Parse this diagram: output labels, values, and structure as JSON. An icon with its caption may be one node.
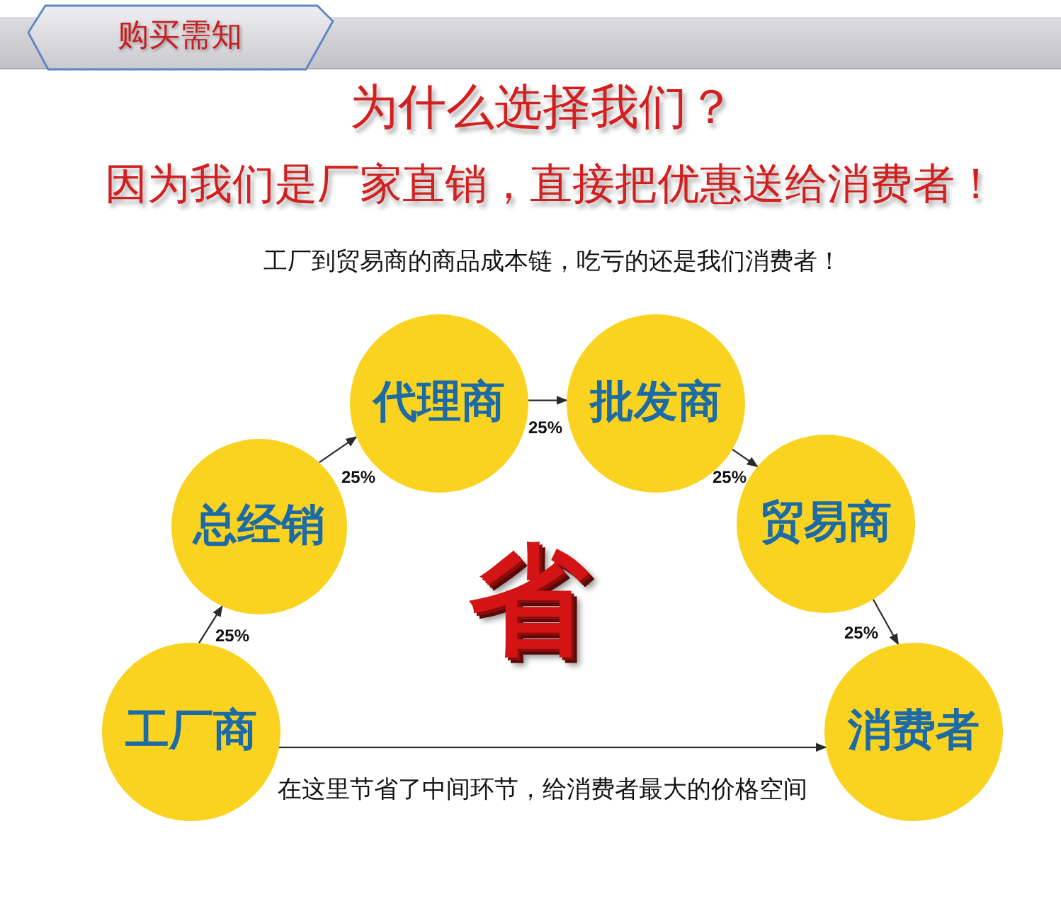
{
  "diagram": {
    "title": "为什么选择我们？",
    "nodes": [
      {
        "text": [
          "工厂商"
        ]
      },
      {
        "text": [
          "总经销"
        ]
      },
      {
        "text": [
          "代理商"
        ]
      },
      {
        "text": [
          "批发商"
        ]
      },
      {
        "text": [
          "贸易商"
        ]
      },
      {
        "text": [
          "消费者"
        ]
      }
    ],
    "edges": [
      {
        "from": 0,
        "to": 1,
        "arrow": "to",
        "label": "25%"
      },
      {
        "from": 1,
        "to": 2,
        "arrow": "to",
        "label": "25%"
      },
      {
        "from": 2,
        "to": 3,
        "arrow": "to",
        "label": "25%"
      },
      {
        "from": 3,
        "to": 4,
        "arrow": "to",
        "label": "25%"
      },
      {
        "from": 4,
        "to": 5,
        "arrow": "to",
        "label": "25%"
      },
      {
        "from": 0,
        "to": 5,
        "arrow": "to",
        "label": "在这里节省了中间环节，给消费者最大的价格空间"
      }
    ],
    "labels": [
      "购买需知",
      "因为我们是厂家直销，直接把优惠送给消费者！",
      "工厂到贸易商的商品成本链，吃亏的还是我们消费者！",
      "省"
    ]
  }
}
